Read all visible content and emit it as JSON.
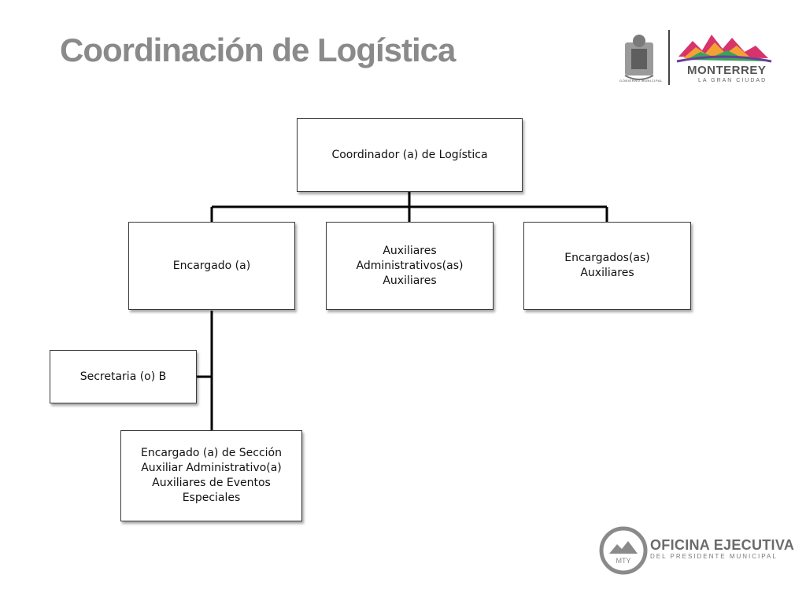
{
  "slide": {
    "title": "Coordinación de Logística"
  },
  "header_logos": {
    "seal_caption": "GOBIERNO MUNICIPAL",
    "brand_name": "MONTERREY",
    "brand_tagline": "LA GRAN CIUDAD"
  },
  "org_chart": {
    "root": {
      "line1": "Coordinador (a) de Logística"
    },
    "level1": [
      {
        "line1": "Encargado (a)"
      },
      {
        "line1": "Auxiliares Administrativos(as)",
        "line2": "Auxiliares"
      },
      {
        "line1": "Encargados(as)",
        "line2": "Auxiliares"
      }
    ],
    "assistant": {
      "line1": "Secretaria (o) B"
    },
    "level2": {
      "line1": "Encargado (a) de Sección",
      "line2": "Auxiliar Administrativo(a)",
      "line3": "Auxiliares de Eventos Especiales"
    }
  },
  "footer": {
    "badge_text": "MTY",
    "title": "OFICINA EJECUTIVA",
    "subtitle": "DEL PRESIDENTE MUNICIPAL"
  },
  "colors": {
    "title": "#8a8a8a",
    "connector": "#000000",
    "box_border": "#3a3a3a"
  }
}
